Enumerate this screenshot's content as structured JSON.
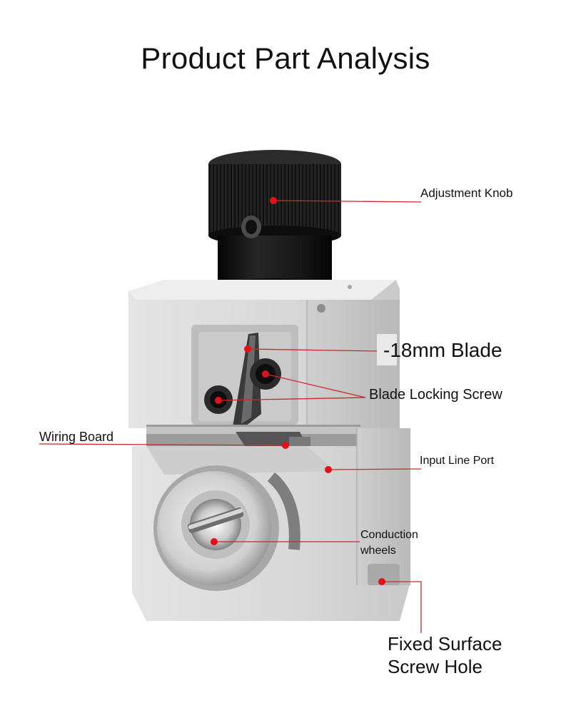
{
  "page": {
    "title": "Product Part Analysis"
  },
  "labels": {
    "adjustment_knob": "Adjustment Knob",
    "blade": "-18mm Blade",
    "blade_locking_screw": "Blade Locking Screw",
    "wiring_board": "Wiring Board",
    "input_line_port": "Input Line Port",
    "conduction_wheels_line1": "Conduction",
    "conduction_wheels_line2": "wheels",
    "fixed_surface_line1": "Fixed Surface",
    "fixed_surface_line2": "Screw Hole"
  },
  "colors": {
    "marker": "#e3101a",
    "leader_line": "#cc2a2a",
    "body_gray": "#d9d9d9",
    "knob_black": "#141414"
  }
}
